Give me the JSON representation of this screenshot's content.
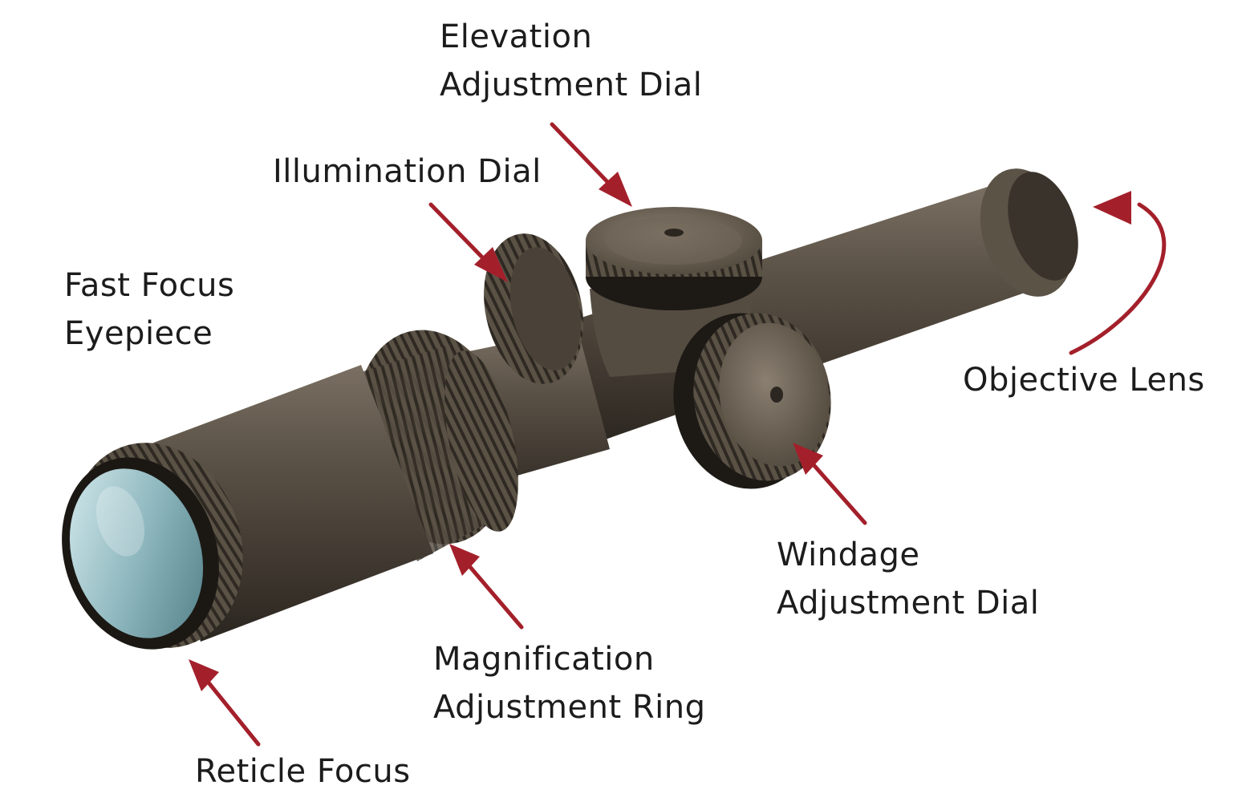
{
  "labels": {
    "elevation": [
      "Elevation",
      "Adjustment Dial"
    ],
    "illumination": [
      "Illumination Dial"
    ],
    "fast_focus": [
      "Fast Focus",
      "Eyepiece"
    ],
    "objective": [
      "Objective Lens"
    ],
    "windage": [
      "Windage",
      "Adjustment Dial"
    ],
    "magnification": [
      "Magnification",
      "Adjustment Ring"
    ],
    "reticle": [
      "Reticle Focus"
    ]
  },
  "colors": {
    "arrow": "#a3202b",
    "scope_body": "#4a4238",
    "text": "#1c1c1c",
    "lens": "#9fc3c9"
  }
}
